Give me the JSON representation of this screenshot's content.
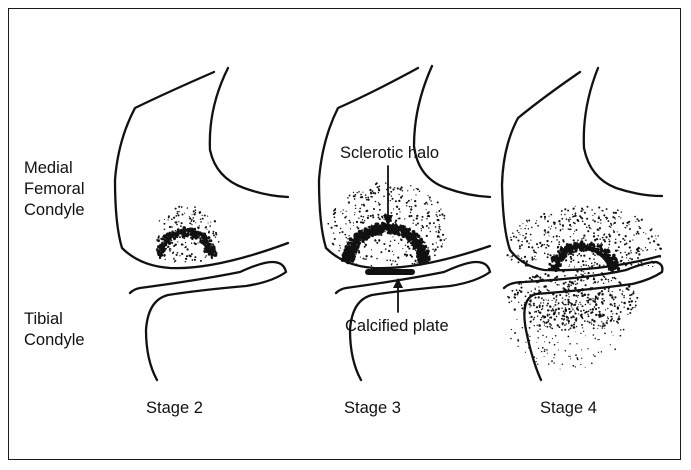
{
  "labels": {
    "femoral_line1": "Medial",
    "femoral_line2": "Femoral",
    "femoral_line3": "Condyle",
    "tibial_line1": "Tibial",
    "tibial_line2": "Condyle",
    "sclerotic_halo": "Sclerotic halo",
    "calcified_plate": "Calcified plate"
  },
  "stages": [
    {
      "label": "Stage 2"
    },
    {
      "label": "Stage 3"
    },
    {
      "label": "Stage 4"
    }
  ],
  "colors": {
    "ink": "#111111",
    "frame": "#1a1a1a",
    "background": "#ffffff"
  }
}
